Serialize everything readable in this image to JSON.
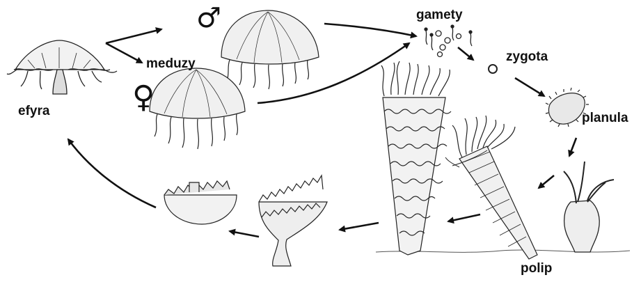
{
  "labels": {
    "efyra": "efyra",
    "meduzy": "meduzy",
    "gamety": "gamety",
    "zygota": "zygota",
    "planula": "planula",
    "polip": "polip"
  },
  "symbols": {
    "male": "♂",
    "female": "♀"
  },
  "colors": {
    "ink": "#111111",
    "shade": "#e9e9e9",
    "background": "#ffffff"
  }
}
